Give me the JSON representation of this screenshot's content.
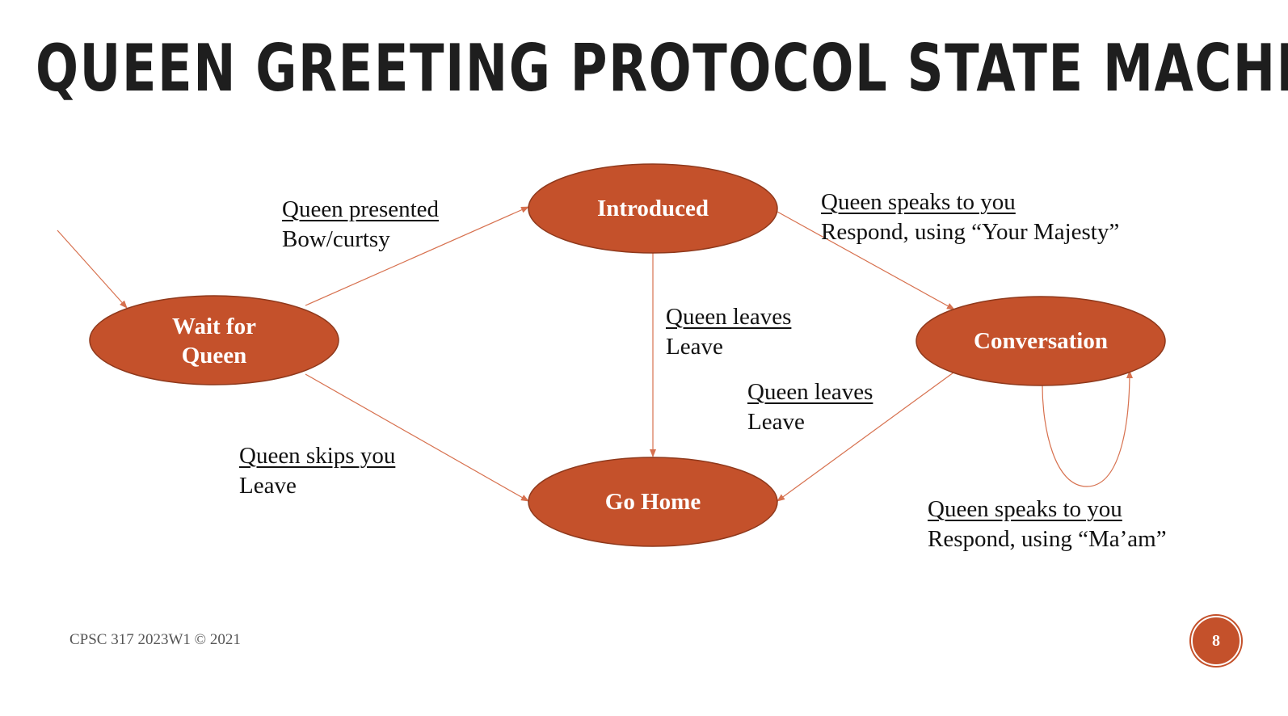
{
  "slide": {
    "title": "QUEEN GREETING PROTOCOL STATE MACHINE",
    "footer": "CPSC 317 2023W1 © 2021",
    "page_number": "8"
  },
  "colors": {
    "state_fill": "#c4512b",
    "arrow": "#d7714f",
    "text": "#111111"
  },
  "states": {
    "wait": {
      "line1": "Wait for",
      "line2": "Queen"
    },
    "introduced": {
      "label": "Introduced"
    },
    "conversation": {
      "label": "Conversation"
    },
    "gohome": {
      "label": "Go Home"
    }
  },
  "transitions": {
    "wait_to_introduced": {
      "event": "Queen presented",
      "action": "Bow/curtsy"
    },
    "introduced_to_conversation": {
      "event": "Queen speaks to you",
      "action": "Respond, using “Your Majesty”"
    },
    "introduced_to_gohome": {
      "event": "Queen leaves",
      "action": "Leave"
    },
    "conversation_to_gohome": {
      "event": "Queen leaves",
      "action": "Leave"
    },
    "wait_to_gohome": {
      "event": "Queen skips you",
      "action": "Leave"
    },
    "conversation_self": {
      "event": "Queen speaks to you",
      "action": "Respond, using “Ma’am”"
    }
  }
}
